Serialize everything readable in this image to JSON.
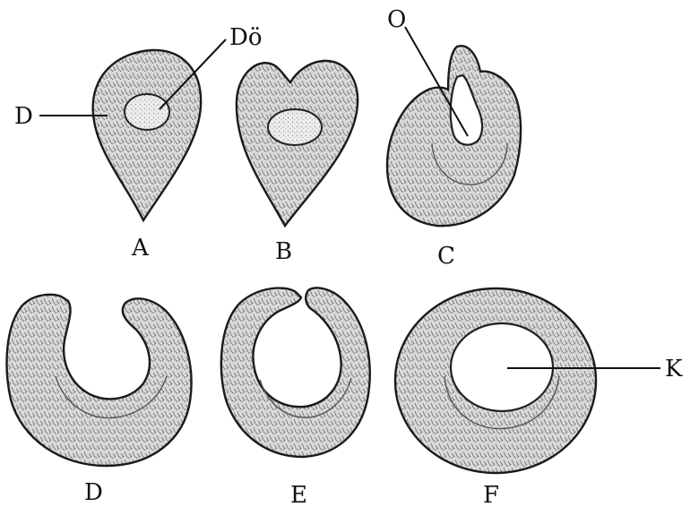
{
  "panels": {
    "a": "A",
    "b": "B",
    "c": "C",
    "d": "D",
    "e": "E",
    "f": "F"
  },
  "callouts": {
    "do": "Dö",
    "d": "D",
    "o": "O",
    "k": "K"
  },
  "colors": {
    "outline": "#1a1a1a",
    "fill": "#d9d9d9",
    "hatch": "#6a6a6a",
    "background": "#ffffff"
  }
}
